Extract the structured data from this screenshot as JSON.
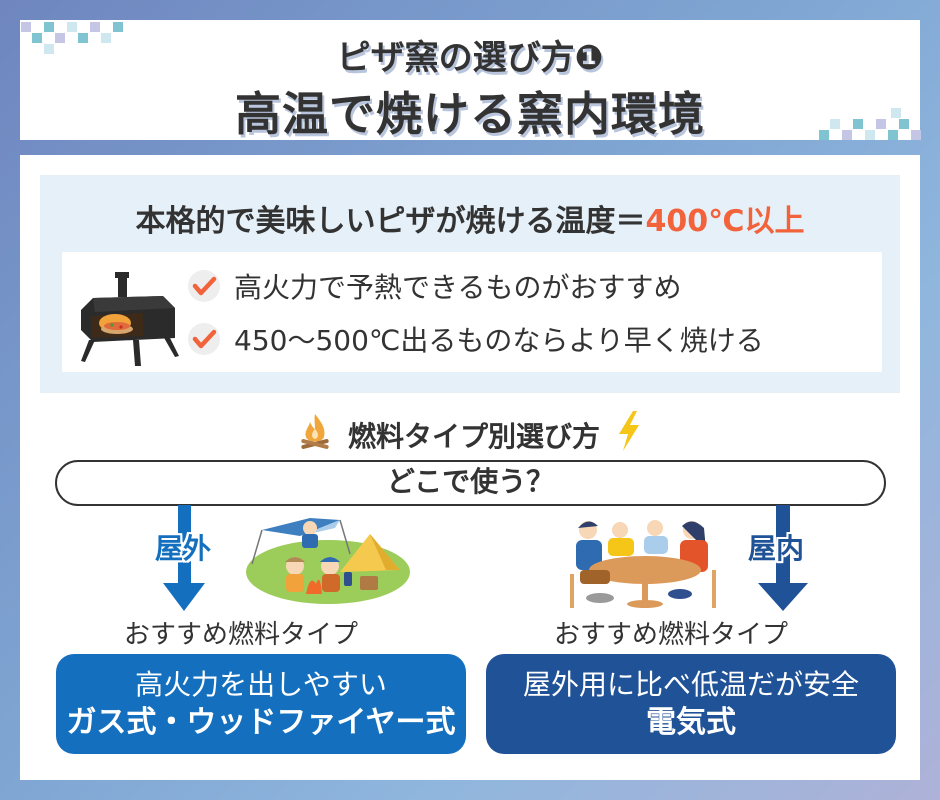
{
  "header": {
    "title_line1": "ピザ窯の選び方❶",
    "title_line2": "高温で焼ける窯内環境"
  },
  "info": {
    "heading_prefix": "本格的で美味しいピザが焼ける温度＝",
    "heading_accent": "400℃以上",
    "accent_color": "#f2623b",
    "icon": "pizza-oven-illustration",
    "points": [
      {
        "icon": "check-icon",
        "text": "高火力で予熱できるものがおすすめ"
      },
      {
        "icon": "check-icon",
        "text": "450〜500℃出るものならより早く焼ける"
      }
    ]
  },
  "fuel": {
    "title": "燃料タイプ別選び方",
    "title_icon_left": "campfire-icon",
    "title_icon_right": "lightning-icon",
    "question": "どこで使う？"
  },
  "outdoor": {
    "label": "屋外",
    "color": "#1470be",
    "illustration": "camping-scene-illustration",
    "recommend_label": "おすすめ燃料タイプ",
    "result_line1": "高火力を出しやすい",
    "result_line2": "ガス式・ウッドファイヤー式"
  },
  "indoor": {
    "label": "屋内",
    "color": "#1f5296",
    "illustration": "family-at-table-illustration",
    "recommend_label": "おすすめ燃料タイプ",
    "result_line1": "屋外用に比べ低温だが安全",
    "result_line2": "電気式"
  }
}
